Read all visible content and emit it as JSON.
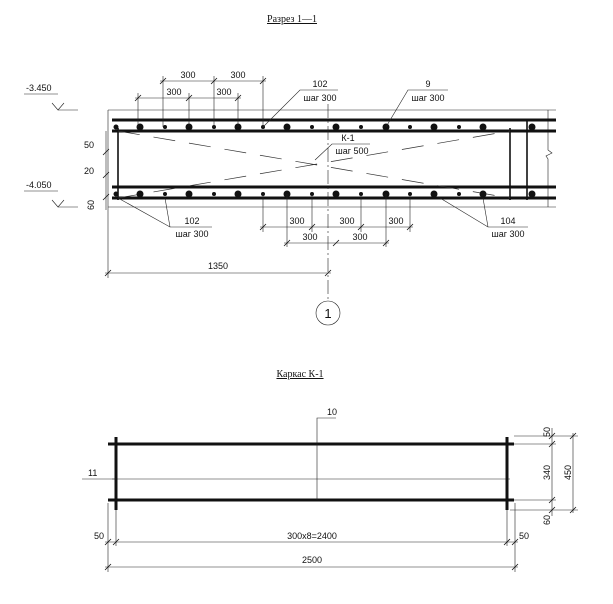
{
  "section": {
    "title": "Разрез 1—1",
    "elev_top": "-3.450",
    "elev_bottom": "-4.050",
    "dims_left": [
      "50",
      "20",
      "60"
    ],
    "dims_top_row1": [
      "300",
      "300"
    ],
    "dims_top_row2": [
      "300",
      "300"
    ],
    "dims_bottom_row1": [
      "300",
      "300",
      "300"
    ],
    "dims_bottom_row2": [
      "300",
      "300"
    ],
    "dim_1350": "1350",
    "callouts": {
      "top_102": {
        "mark": "102",
        "step": "шаг 300"
      },
      "top_9": {
        "mark": "9",
        "step": "шаг 300"
      },
      "k1": {
        "mark": "К-1",
        "step": "шаг 500"
      },
      "bottom_102": {
        "mark": "102",
        "step": "шаг 300"
      },
      "bottom_104": {
        "mark": "104",
        "step": "шаг 300"
      }
    },
    "axis_label": "1"
  },
  "frame": {
    "title": "Каркас К-1",
    "mark_10": "10",
    "mark_11": "11",
    "dims_right": [
      "50",
      "340",
      "60",
      "450"
    ],
    "dim_left_50": "50",
    "dim_span": "300x8=2400",
    "dim_right_50": "50",
    "dim_total": "2500"
  }
}
